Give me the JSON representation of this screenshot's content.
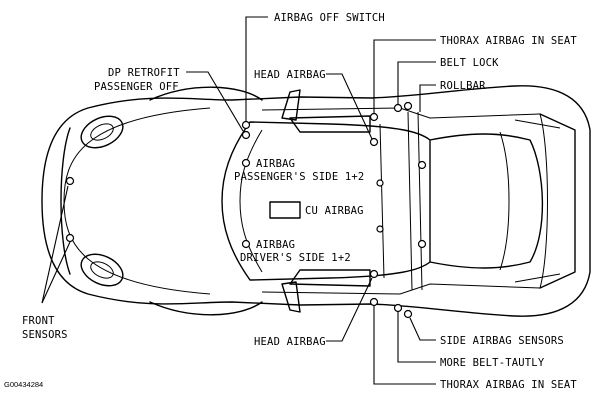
{
  "figure_id": "G00434284",
  "labels": {
    "airbag_off_switch": "AIRBAG OFF SWITCH",
    "thorax_airbag_top": "THORAX AIRBAG IN SEAT",
    "dp_retrofit_line1": "DP RETROFIT",
    "dp_retrofit_line2": "PASSENGER OFF",
    "belt_lock": "BELT LOCK",
    "head_airbag_top": "HEAD AIRBAG",
    "rollbar": "ROLLBAR",
    "airbag_passenger_line1": "AIRBAG",
    "airbag_passenger_line2": "PASSENGER'S SIDE 1+2",
    "cu_airbag": "CU AIRBAG",
    "airbag_driver_line1": "AIRBAG",
    "airbag_driver_line2": "DRIVER'S SIDE 1+2",
    "front_sensors_line1": "FRONT",
    "front_sensors_line2": "SENSORS",
    "head_airbag_bottom": "HEAD AIRBAG",
    "side_airbag_sensors": "SIDE AIRBAG SENSORS",
    "more_belt_tautly": "MORE BELT-TAUTLY",
    "thorax_airbag_bottom": "THORAX AIRBAG IN SEAT"
  }
}
